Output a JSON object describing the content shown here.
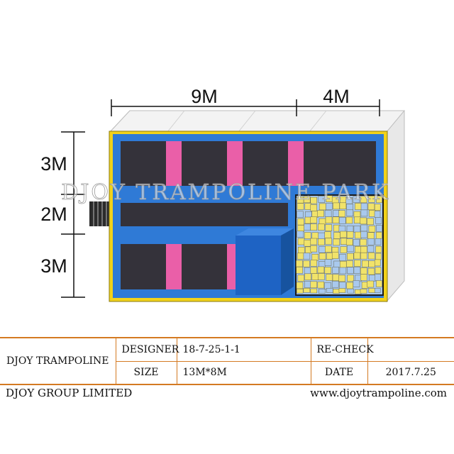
{
  "dimensions": {
    "top": [
      "9M",
      "4M"
    ],
    "left": [
      "3M",
      "2M",
      "3M"
    ]
  },
  "watermark": "DJOY TRAMPOLINE PARK",
  "title_block": {
    "company": "DJOY TRAMPOLINE",
    "designer_label": "DESIGNER",
    "designer_value": "18-7-25-1-1",
    "recheck_label": "RE-CHECK",
    "recheck_value": "",
    "size_label": "SIZE",
    "size_value": "13M*8M",
    "date_label": "DATE",
    "date_value": "2017.7.25"
  },
  "footer": {
    "group": "DJOY GROUP LIMITED",
    "website": "www.djoytrampoline.com"
  },
  "colors": {
    "frame_yellow": "#f2d21a",
    "pad_blue": "#2f7ad6",
    "bed_dark": "#34323a",
    "pink": "#ea5fa8",
    "pit_blue": "#a9c9ee",
    "pit_yellow": "#f1e36a",
    "wall_grey": "#e6e6e6"
  }
}
